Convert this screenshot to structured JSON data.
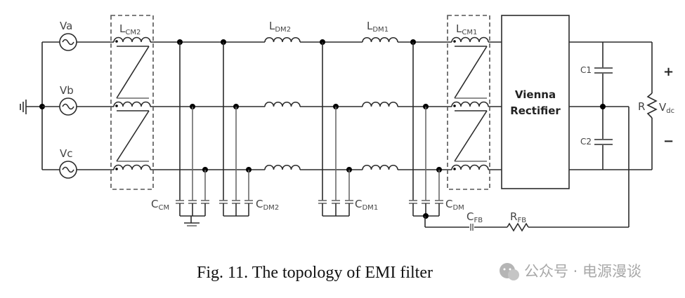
{
  "figure": {
    "caption": "Fig. 11.  The topology of EMI filter",
    "watermark": "公众号 · 电源漫谈",
    "watermark_icon": "wechat-icon"
  },
  "sources": [
    {
      "label": "Va",
      "icon": "ac-source-icon"
    },
    {
      "label": "Vb",
      "icon": "ac-source-icon"
    },
    {
      "label": "Vc",
      "icon": "ac-source-icon"
    }
  ],
  "components": {
    "lcm2": {
      "main": "L",
      "sub": "CM2"
    },
    "ldm2": {
      "main": "L",
      "sub": "DM2"
    },
    "ldm1": {
      "main": "L",
      "sub": "DM1"
    },
    "lcm1": {
      "main": "L",
      "sub": "CM1"
    },
    "ccm": {
      "main": "C",
      "sub": "CM"
    },
    "cdm2": {
      "main": "C",
      "sub": "DM2"
    },
    "cdm1": {
      "main": "C",
      "sub": "DM1"
    },
    "cdm": {
      "main": "C",
      "sub": "DM"
    },
    "cfb": {
      "main": "C",
      "sub": "FB"
    },
    "rfb": {
      "main": "R",
      "sub": "FB"
    },
    "c1": "C1",
    "c2": "C2",
    "r": "R",
    "vdc": {
      "main": "V",
      "sub": "dc"
    },
    "plus": "+",
    "minus": "−"
  },
  "rectifier": {
    "line1": "Vienna",
    "line2": "Rectifier"
  }
}
